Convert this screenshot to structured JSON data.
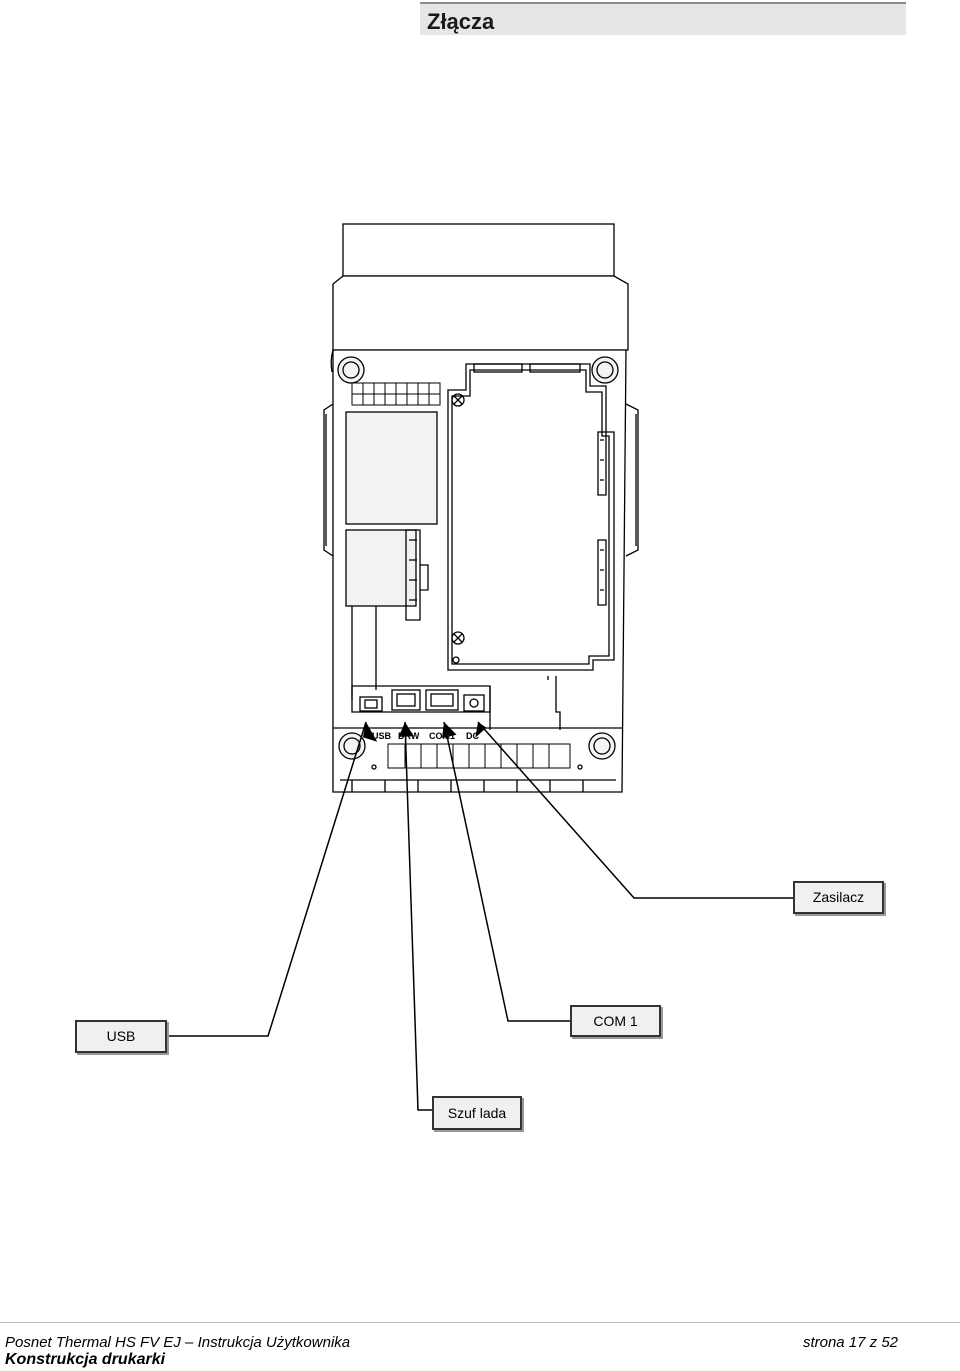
{
  "header": {
    "title": "Złącza"
  },
  "device": {
    "port_labels": {
      "usb": "USB",
      "drawer": "DRW",
      "com": "COM1",
      "dc": "DC"
    }
  },
  "callouts": {
    "power": "Zasilacz",
    "usb": "USB",
    "com1": "COM 1",
    "drawer": "Szuf lada"
  },
  "footer": {
    "left": "Posnet Thermal HS FV EJ – Instrukcja Użytkownika",
    "right": "strona 17 z 52",
    "section": "Konstrukcja drukarki"
  }
}
